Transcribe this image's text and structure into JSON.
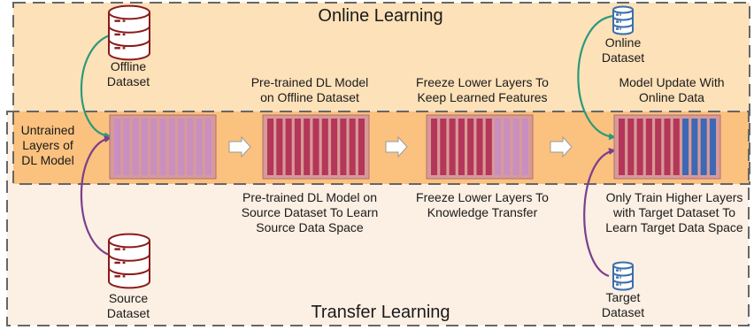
{
  "titles": {
    "online": "Online Learning",
    "transfer": "Transfer Learning"
  },
  "datasets": {
    "offline": [
      "Offline",
      "Dataset"
    ],
    "source": [
      "Source",
      "Dataset"
    ],
    "online": [
      "Online",
      "Dataset"
    ],
    "target": [
      "Target",
      "Dataset"
    ]
  },
  "untrained": [
    "Untrained",
    "Layers of",
    "DL Model"
  ],
  "online_steps": [
    [
      "Pre-trained DL Model",
      "on Offline Dataset"
    ],
    [
      "Freeze Lower Layers To",
      "Keep Learned Features"
    ],
    [
      "Model Update With",
      "Online Data"
    ]
  ],
  "transfer_steps": [
    [
      "Pre-trained DL Model on",
      "Source Dataset To Learn",
      "Source Data Space"
    ],
    [
      "Freeze Lower Layers To",
      "Knowledge Transfer"
    ],
    [
      "Only Train Higher Layers",
      "with Target Dataset To",
      "Learn Target Data Space"
    ]
  ],
  "colors": {
    "online_bg": "#fde1b9",
    "transfer_bg": "#fcefe3",
    "overlap_bg": "#fbc17e",
    "untrained_layer": "#c98fc0",
    "trained_layer": "#b43659",
    "online_layer": "#3d69b4",
    "cylinder_red": "#8b1b1b",
    "cylinder_blue": "#3c6ea8",
    "arrow_green": "#2a9a7a",
    "arrow_purple": "#7a3f8e"
  },
  "icons": {
    "dataset": "database-icon",
    "step_arrow": "right-arrow-icon"
  }
}
